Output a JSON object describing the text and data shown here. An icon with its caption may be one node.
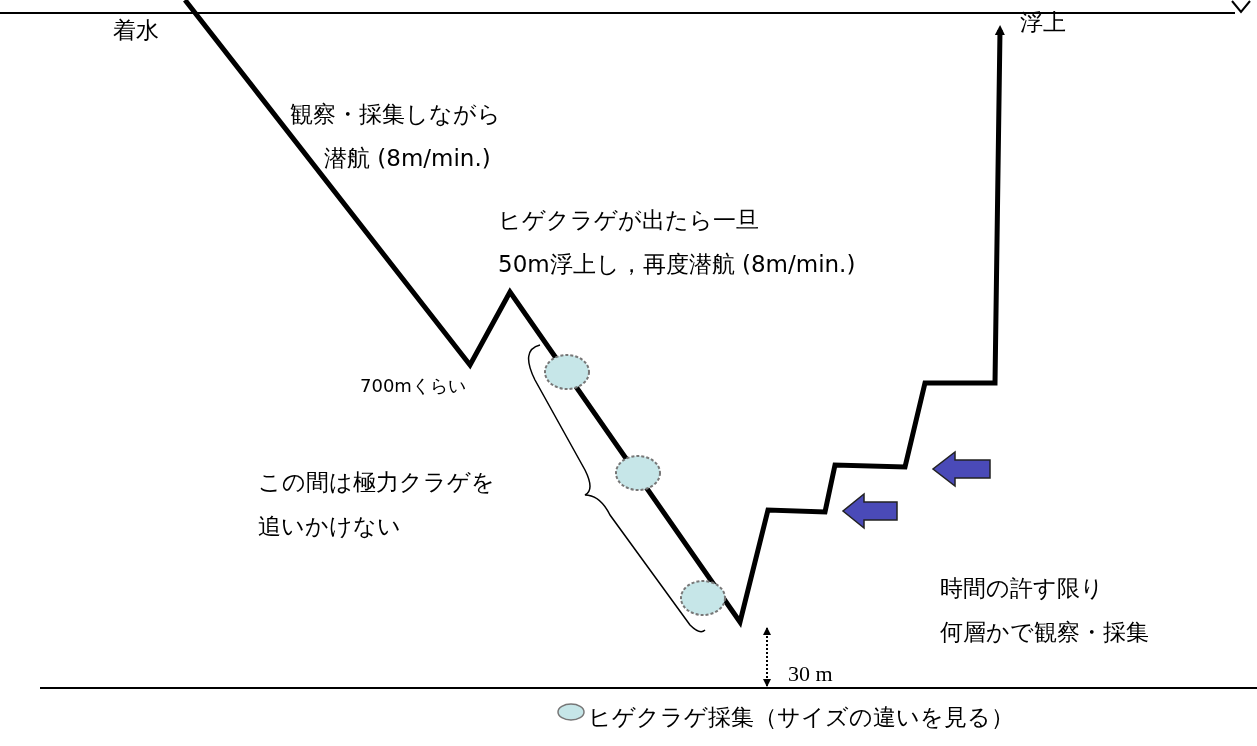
{
  "diagram": {
    "labels": [
      "着水",
      "浮上",
      "観察・採集しながら潜航 (8m/min.)",
      "ヒゲクラゲが出たら一旦50m浮上し，再度潜航 (8m/min.)",
      "700mくらい",
      "この間は極力クラゲを追いかけない",
      "時間の許す限り何層かで観察・採集",
      "30 m"
    ],
    "legend": [
      {
        "text": "ヒゲクラゲ採集（サイズの違いを見る）"
      }
    ]
  }
}
